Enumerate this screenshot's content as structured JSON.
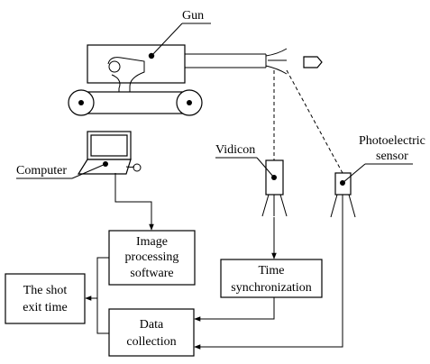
{
  "labels": {
    "gun": "Gun",
    "computer": "Computer",
    "vidicon": "Vidicon",
    "photoelectric_line1": "Photoelectric",
    "photoelectric_line2": "sensor",
    "image_processing_line1": "Image",
    "image_processing_line2": "processing",
    "image_processing_line3": "software",
    "time_sync_line1": "Time",
    "time_sync_line2": "synchronization",
    "shot_exit_line1": "The shot",
    "shot_exit_line2": "exit time",
    "data_collection_line1": "Data",
    "data_collection_line2": "collection"
  },
  "icons": {
    "gun": "gun-icon",
    "projectile": "projectile-icon",
    "laptop": "laptop-icon",
    "vidicon": "camera-icon",
    "photoelectric_sensor": "sensor-icon"
  }
}
